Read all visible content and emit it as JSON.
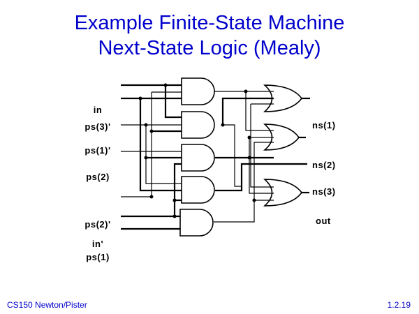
{
  "title": {
    "line1": "Example Finite-State Machine",
    "line2": "Next-State Logic (Mealy)"
  },
  "inputs": [
    "in",
    "ps(3)'",
    "ps(1)'",
    "ps(2)",
    "ps(2)'",
    "in'",
    "ps(1)"
  ],
  "outputs": [
    "ns(1)",
    "ns(2)",
    "ns(3)",
    "out"
  ],
  "footer": {
    "left": "CS150 Newton/Pister",
    "right": "1.2.19"
  }
}
